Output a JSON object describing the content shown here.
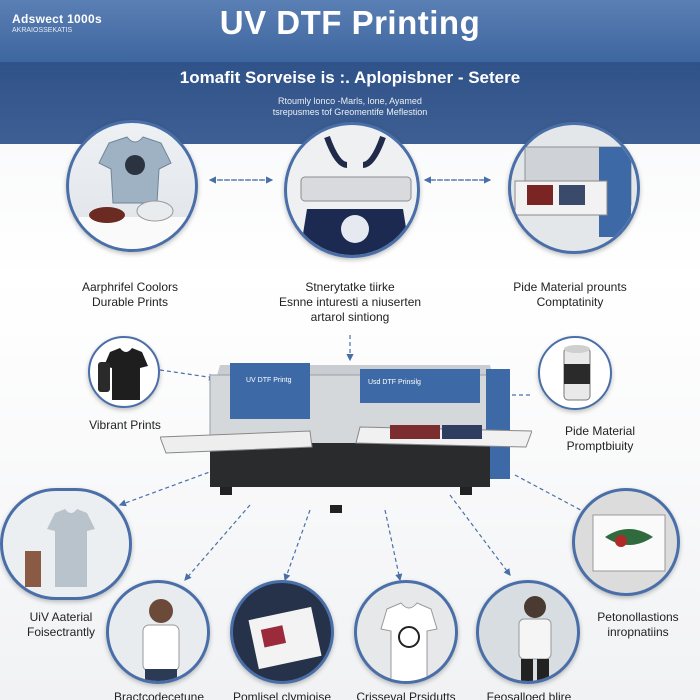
{
  "header": {
    "brand_line1": "Adswect 1000s",
    "brand_line2": "AKRAIOSSEKATIS",
    "title": "UV DTF Printing"
  },
  "band": {
    "subtitle": "1omafit Sorveise is :. Aplopisbner - Setere",
    "text_line1": "Rtoumly lonco -Marls, lone, Ayamed",
    "text_line2": "tsrepusmes tof Greomentife Meflestion"
  },
  "printer": {
    "panel_label_left": "UV DTF Printg",
    "panel_label_right": "Usd DTF Prinsilg"
  },
  "labels": {
    "top_left": [
      "Aarphrifel Coolors",
      "Durable Prints"
    ],
    "top_center": [
      "Stnerytatke tiirke",
      "Esnne inturesti a niuserten",
      "artarol sintiong"
    ],
    "top_right": [
      "Pide Material prounts",
      "Comptatinity"
    ],
    "mid_left": [
      "Vibrant Prints"
    ],
    "mid_right": [
      "Pide Material",
      "Promptbiuity"
    ],
    "low_left": [
      "UiV Aaterial",
      "Foisectrantly"
    ],
    "low_right": [
      "Petonollastions",
      "inropnatiins"
    ],
    "bottom": [
      "Bractcodecetune",
      "Pomlisel clymioise",
      "Crisseval Prsidutts",
      "Feosalloed blire"
    ]
  },
  "colors": {
    "accent": "#4a6fa8",
    "header": "#3e669f",
    "printer_blue": "#3d6aa6"
  }
}
